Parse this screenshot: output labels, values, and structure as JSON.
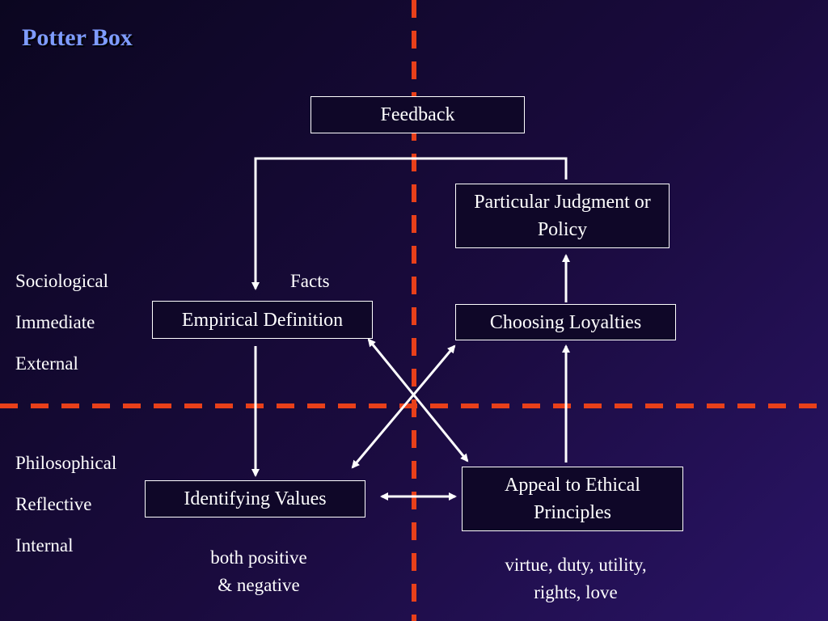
{
  "title": "Potter Box",
  "boxes": {
    "feedback": "Feedback",
    "particular_judgment": "Particular Judgment or Policy",
    "empirical_definition": "Empirical Definition",
    "choosing_loyalties": "Choosing Loyalties",
    "identifying_values": "Identifying Values",
    "appeal_principles": "Appeal to Ethical Principles"
  },
  "upper_labels": [
    "Sociological",
    "Immediate",
    "External"
  ],
  "lower_labels": [
    "Philosophical",
    "Reflective",
    "Internal"
  ],
  "annotations": {
    "facts": "Facts",
    "values_note": "both positive\n& negative",
    "principles_note": "virtue, duty, utility,\nrights, love"
  },
  "colors": {
    "divider": "#e8401a",
    "title": "#7f9cff",
    "arrows": "#ffffff"
  }
}
